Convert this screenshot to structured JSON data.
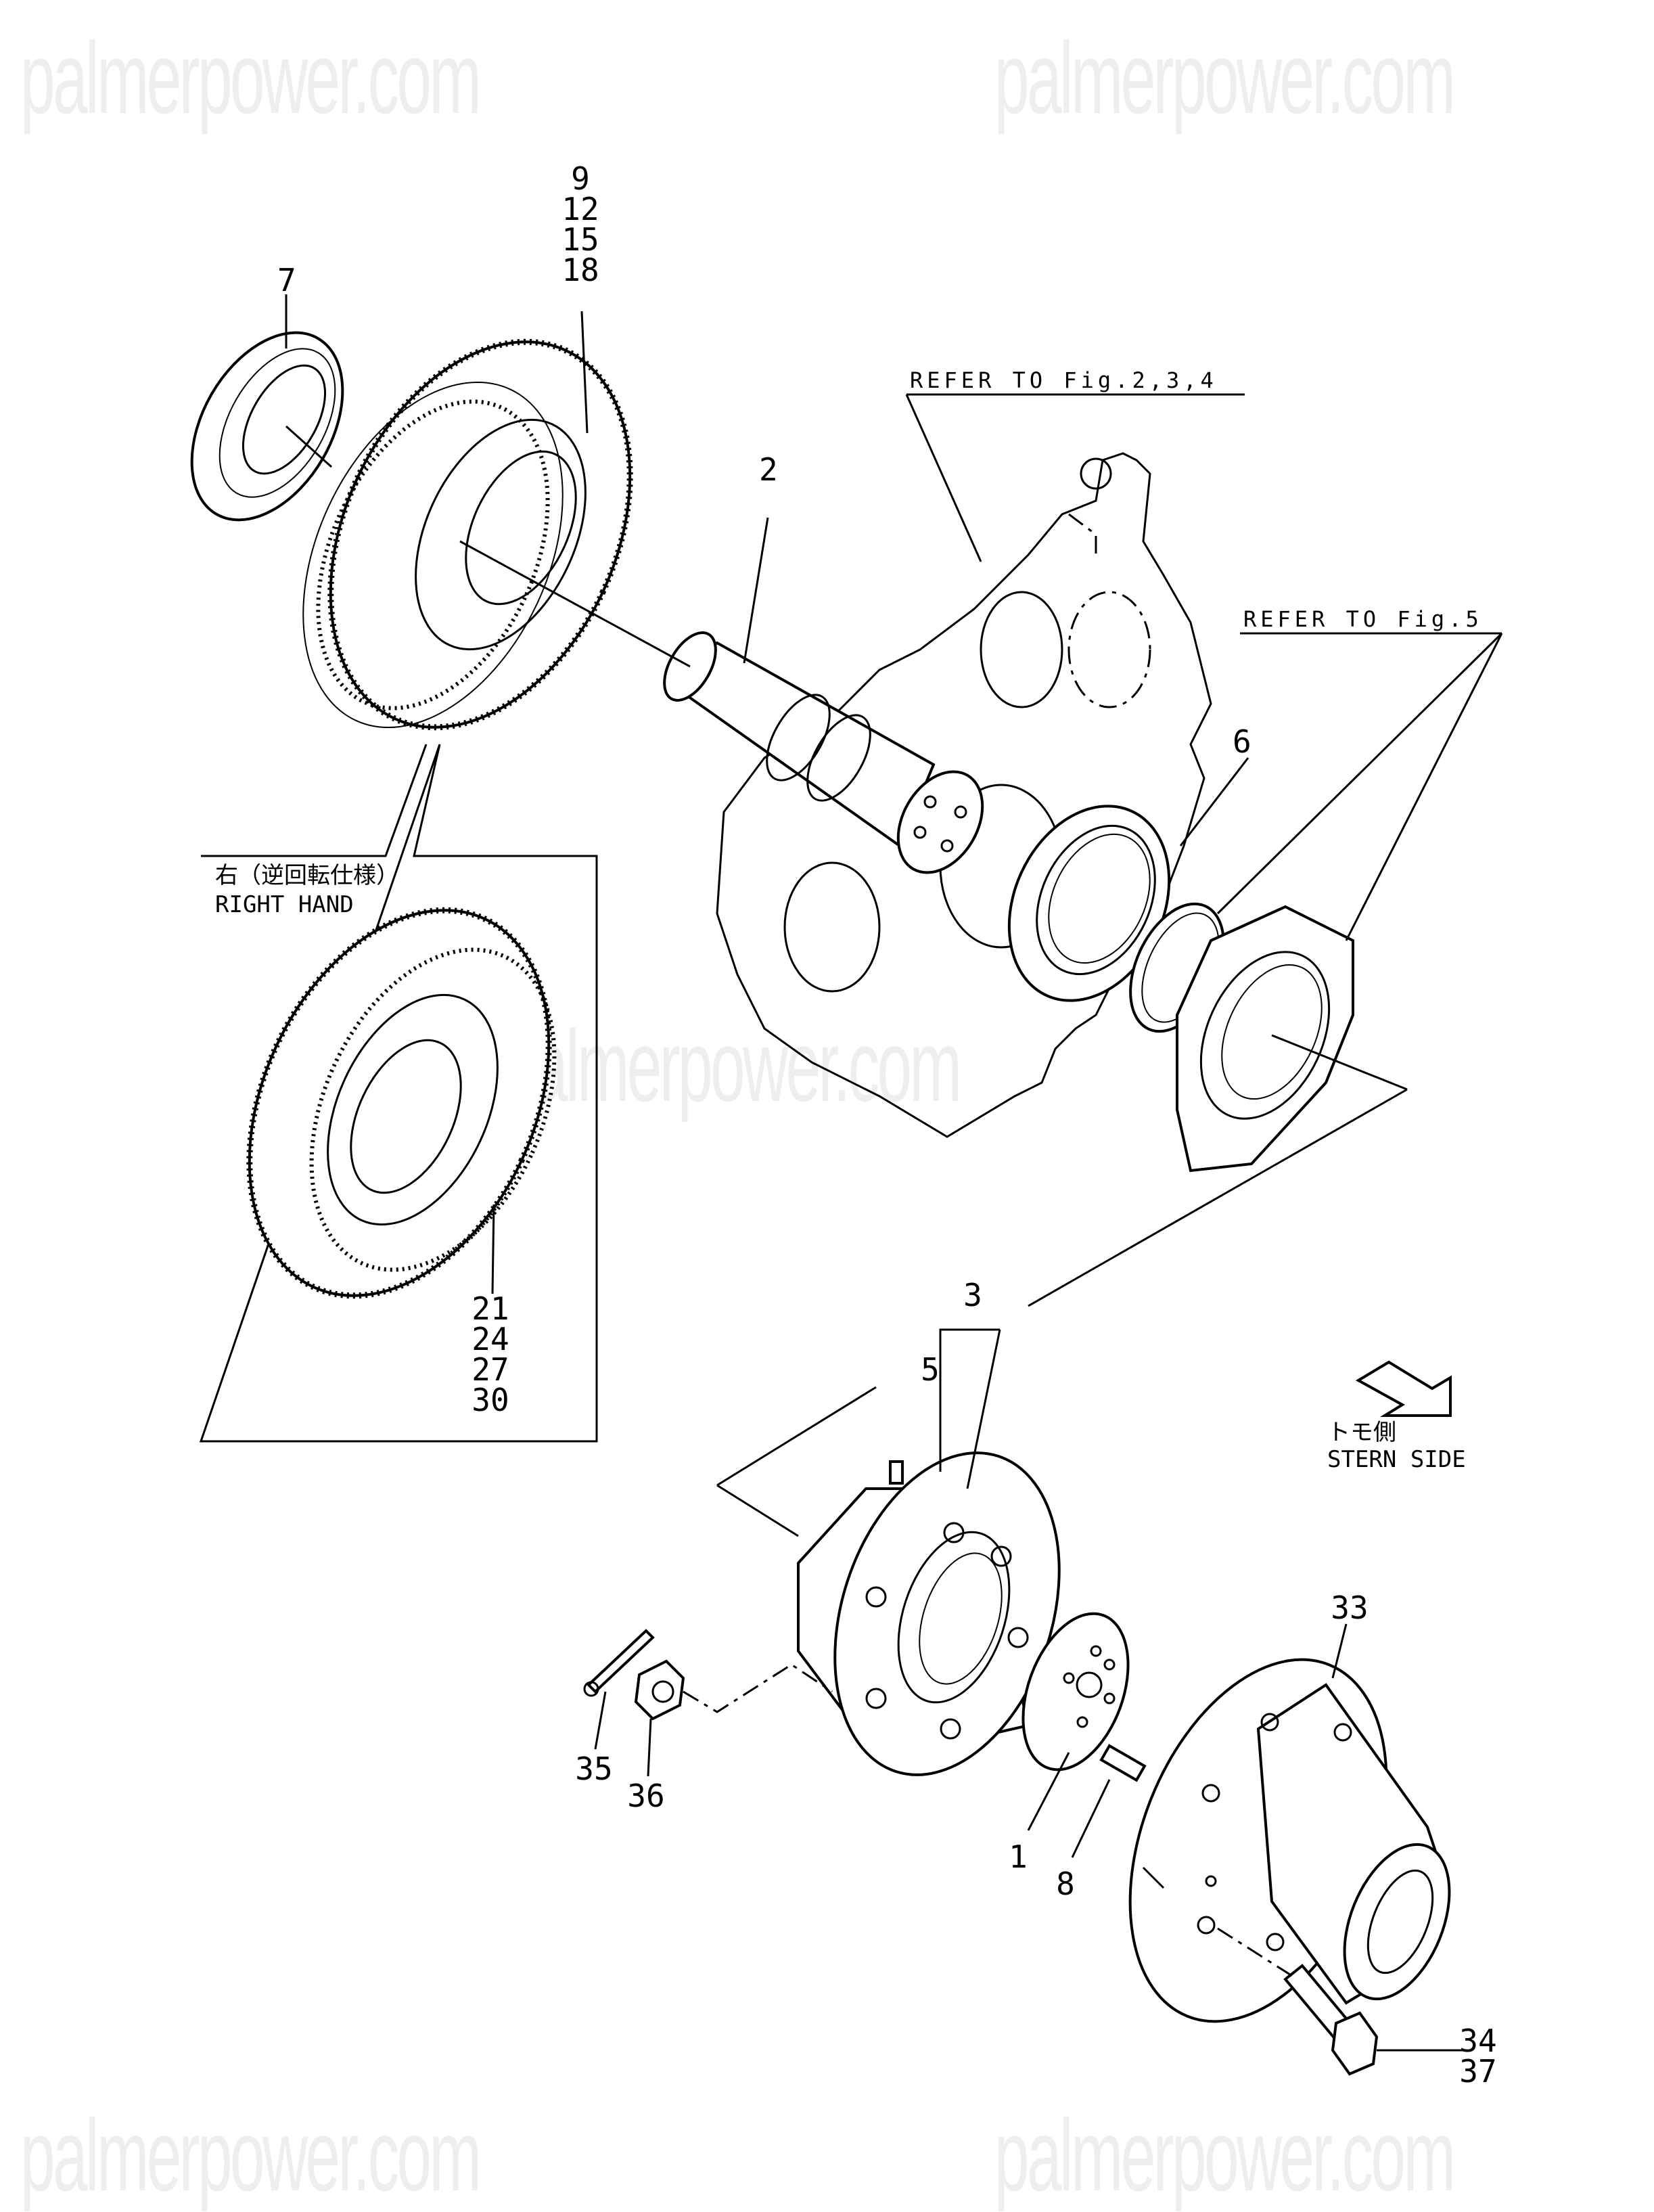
{
  "watermark": {
    "text": "palmerpower.com"
  },
  "references": {
    "fig_2_3_4": "REFER TO Fig.2,3,4",
    "fig_5": "REFER TO Fig.5"
  },
  "inset": {
    "title_jp": "右（逆回転仕様）",
    "title_en": "RIGHT HAND",
    "part_numbers": [
      "21",
      "24",
      "27",
      "30"
    ]
  },
  "direction": {
    "label_jp": "トモ側",
    "label_en": "STERN SIDE"
  },
  "callouts": {
    "gear_stack": [
      "9",
      "12",
      "15",
      "18"
    ],
    "bearing_7": "7",
    "shaft_2": "2",
    "seal_6": "6",
    "coupling_3": "3",
    "setscrew_5": "5",
    "washer_1": "1",
    "bolt_8": "8",
    "pin_35": "35",
    "nut_36": "36",
    "flange_33": "33",
    "bolt_stack": [
      "34",
      "37"
    ]
  }
}
